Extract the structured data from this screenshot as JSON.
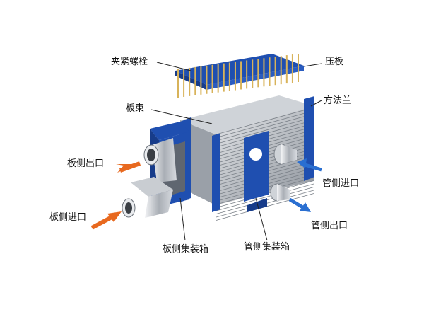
{
  "labels": {
    "bolts": "夹紧螺栓",
    "pressure_plate": "压板",
    "plate_bundle": "板束",
    "flange": "方法兰",
    "plate_side_outlet": "板侧出口",
    "plate_side_inlet": "板侧进口",
    "tube_side_inlet": "管侧进口",
    "tube_side_outlet": "管侧出口",
    "plate_side_header": "板侧集装箱",
    "tube_side_header": "管侧集装箱"
  },
  "colors": {
    "frame_blue": "#1f4fb0",
    "plate_grey": "#b8bcc2",
    "arrow_orange": "#e8691f",
    "arrow_blue": "#2a6fd1",
    "bolt_gold": "#d8b35a"
  }
}
